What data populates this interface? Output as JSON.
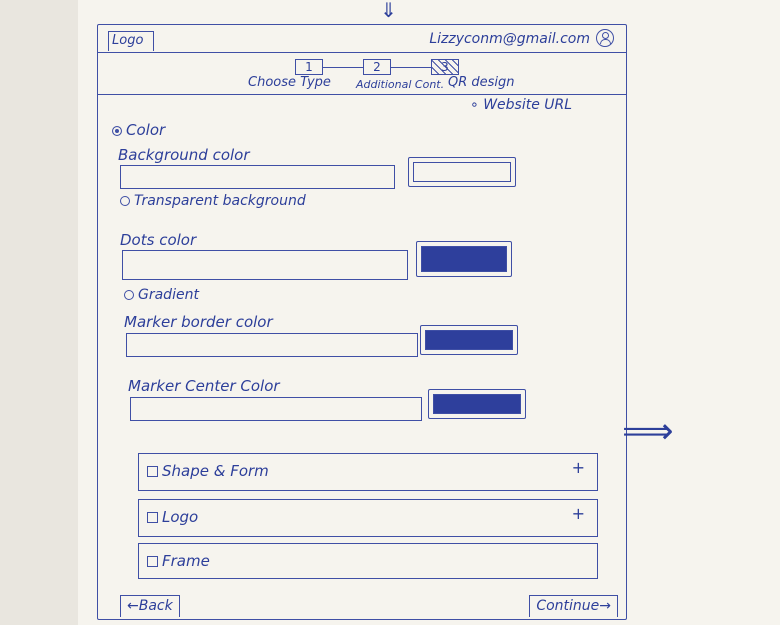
{
  "header": {
    "logo": "Logo",
    "email": "Lizzyconm@gmail.com"
  },
  "stepper": {
    "steps": [
      {
        "number": "1",
        "label": "Choose Type"
      },
      {
        "number": "2",
        "label": "Additional Cont."
      },
      {
        "number": "3",
        "label": "QR design"
      }
    ]
  },
  "website_url": "Website URL",
  "color_section": {
    "title": "Color",
    "background": {
      "label": "Background color",
      "value": ""
    },
    "transparent_option": "Transparent background",
    "dots": {
      "label": "Dots color",
      "value": ""
    },
    "gradient_option": "Gradient",
    "marker_border": {
      "label": "Marker border color",
      "value": ""
    },
    "marker_center": {
      "label": "Marker Center Color",
      "value": ""
    }
  },
  "accordions": [
    {
      "label": "Shape & Form",
      "toggle": "+"
    },
    {
      "label": "Logo",
      "toggle": "+"
    },
    {
      "label": "Frame",
      "toggle": ""
    }
  ],
  "footer": {
    "back_label": "Back",
    "continue_label": "Continue"
  },
  "colors": {
    "ink": "#3f4fa5",
    "swatch_fill": "#2e3f9c",
    "paper": "#f6f4ee"
  }
}
